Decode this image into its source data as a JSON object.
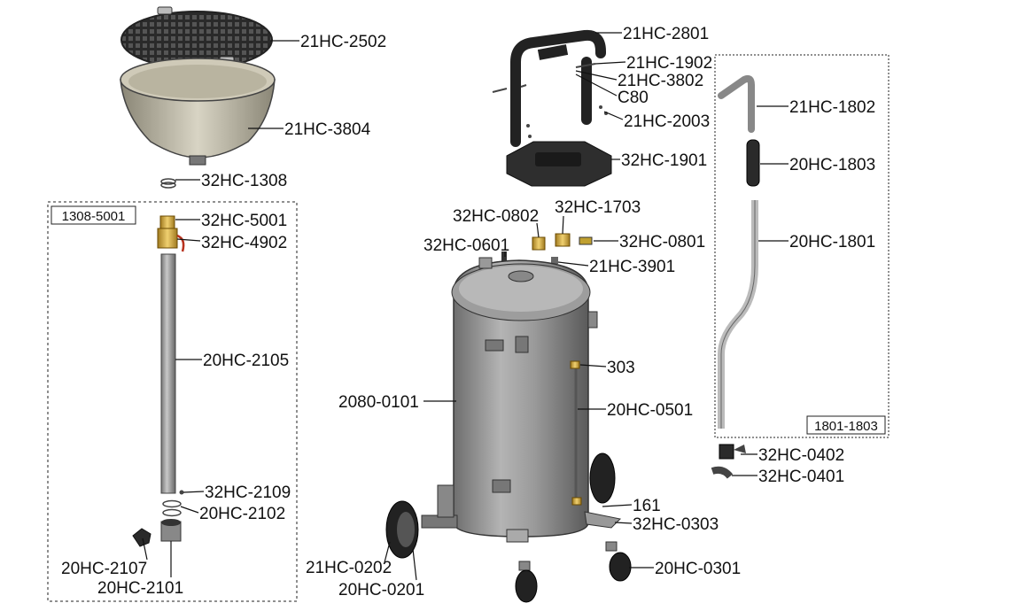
{
  "groups": {
    "drain_kit": "1308-5001",
    "hose_kit": "1801-1803"
  },
  "parts": {
    "p21HC2502": "21HC-2502",
    "p21HC3804": "21HC-3804",
    "p32HC1308": "32HC-1308",
    "p32HC5001": "32HC-5001",
    "p32HC4902": "32HC-4902",
    "p20HC2105": "20HC-2105",
    "p32HC2109": "32HC-2109",
    "p20HC2102": "20HC-2102",
    "p20HC2107": "20HC-2107",
    "p20HC2101": "20HC-2101",
    "p21HC2801": "21HC-2801",
    "p21HC1902": "21HC-1902",
    "p21HC3802": "21HC-3802",
    "pC80": "C80",
    "p21HC2003": "21HC-2003",
    "p32HC1901": "32HC-1901",
    "p32HC0802": "32HC-0802",
    "p32HC1703": "32HC-1703",
    "p32HC0601": "32HC-0601",
    "p32HC0801": "32HC-0801",
    "p21HC3901": "21HC-3901",
    "p303": "303",
    "p2080_0101": "2080-0101",
    "p20HC0501": "20HC-0501",
    "p161": "161",
    "p32HC0303": "32HC-0303",
    "p21HC0202": "21HC-0202",
    "p20HC0201": "20HC-0201",
    "p20HC0301": "20HC-0301",
    "p21HC1802": "21HC-1802",
    "p20HC1803": "20HC-1803",
    "p20HC1801": "20HC-1801",
    "p32HC0402": "32HC-0402",
    "p32HC0401": "32HC-0401"
  }
}
